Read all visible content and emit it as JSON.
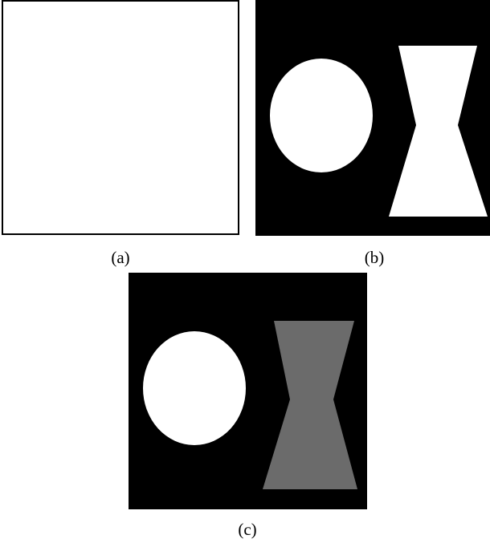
{
  "figure": {
    "panels": [
      {
        "id": "a",
        "caption": "(a)",
        "background": "#ffffff",
        "border": "#000000",
        "shapes": []
      },
      {
        "id": "b",
        "caption": "(b)",
        "background": "#000000",
        "shapes": [
          {
            "kind": "ellipse",
            "fill": "#ffffff"
          },
          {
            "kind": "hourglass",
            "fill": "#ffffff"
          }
        ]
      },
      {
        "id": "c",
        "caption": "(c)",
        "background": "#000000",
        "shapes": [
          {
            "kind": "ellipse",
            "fill": "#ffffff"
          },
          {
            "kind": "hourglass",
            "fill": "#6b6b6b"
          }
        ]
      }
    ]
  }
}
